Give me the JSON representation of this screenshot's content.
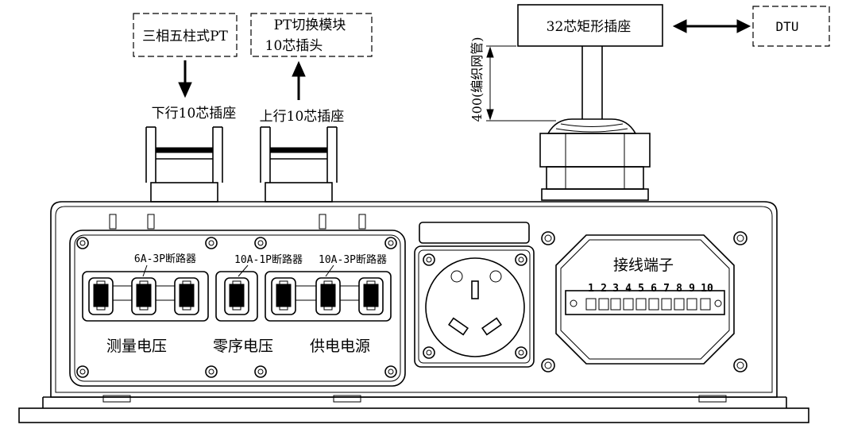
{
  "boxes": {
    "five_column_pt": "三相五柱式PT",
    "pt_switch_line1": "PT切换模块",
    "pt_switch_line2": "10芯插头",
    "rect_socket": "32芯矩形插座",
    "dtu": "DTU"
  },
  "labels": {
    "lower_connector": "下行10芯插座",
    "upper_connector": "上行10芯插座",
    "cable_length": "400(编织网管)"
  },
  "breakers": {
    "b1": "6A-3P断路器",
    "b2": "10A-1P断路器",
    "b3": "10A-3P断路器"
  },
  "groups": {
    "measure": "测量电压",
    "zero_seq": "零序电压",
    "supply": "供电电源"
  },
  "terminal": {
    "title": "接线端子",
    "numbers": [
      "1",
      "2",
      "3",
      "4",
      "5",
      "6",
      "7",
      "8",
      "9",
      "10"
    ]
  }
}
